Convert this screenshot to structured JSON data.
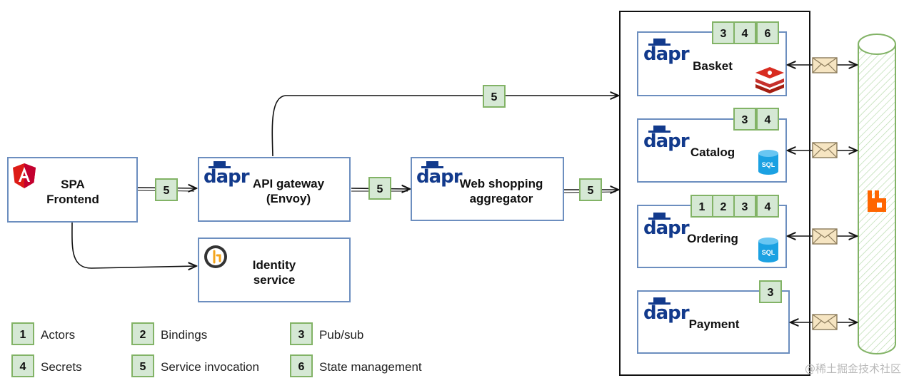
{
  "nodes": {
    "spa": {
      "line1": "SPA",
      "line2": "Frontend"
    },
    "gateway": {
      "line1": "API gateway",
      "line2": "(Envoy)"
    },
    "aggregator": {
      "line1": "Web shopping",
      "line2": "aggregator"
    },
    "identity": {
      "line1": "Identity",
      "line2": "service"
    },
    "basket": {
      "label": "Basket"
    },
    "catalog": {
      "label": "Catalog"
    },
    "ordering": {
      "label": "Ordering"
    },
    "payment": {
      "label": "Payment"
    }
  },
  "dapr_logo_text": "dapr",
  "sql_icon_text": "SQL",
  "badges": {
    "spa_gateway": "5",
    "gateway_aggregator": "5",
    "aggregator_services": "5",
    "gateway_basket": "5",
    "basket": [
      "3",
      "4",
      "6"
    ],
    "catalog": [
      "3",
      "4"
    ],
    "ordering": [
      "1",
      "2",
      "3",
      "4"
    ],
    "payment": [
      "3"
    ]
  },
  "legend": [
    {
      "num": "1",
      "label": "Actors"
    },
    {
      "num": "2",
      "label": "Bindings"
    },
    {
      "num": "3",
      "label": "Pub/sub"
    },
    {
      "num": "4",
      "label": "Secrets"
    },
    {
      "num": "5",
      "label": "Service invocation"
    },
    {
      "num": "6",
      "label": "State management"
    }
  ],
  "watermark": "@稀土掘金技术社区",
  "colors": {
    "box_border": "#6c8ebf",
    "badge_fill": "#d5e8d4",
    "badge_border": "#82b366",
    "dapr_blue": "#123a8c",
    "angular_red": "#dd1b16",
    "redis_red": "#c6302b",
    "sql_blue": "#1ba1e2",
    "rabbitmq_orange": "#ff6600",
    "envelope_fill": "#f6e5c2"
  },
  "icons": [
    "angular-icon",
    "dapr-icon",
    "redis-icon",
    "sql-icon",
    "identity-icon",
    "rabbitmq-icon",
    "envelope-icon",
    "arrow-icon"
  ]
}
